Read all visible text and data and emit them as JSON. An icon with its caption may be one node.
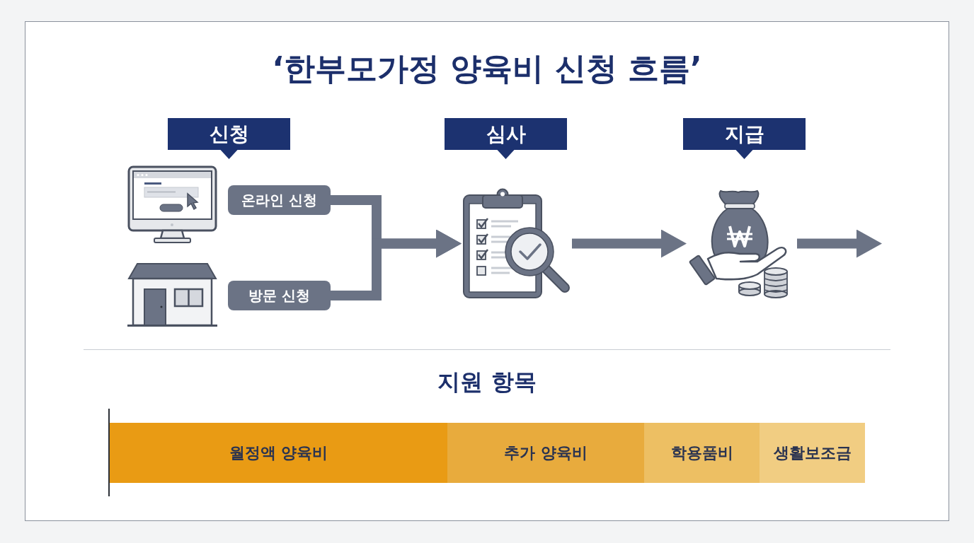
{
  "diagram": {
    "title": "‘한부모가정 양육비 신청 흐름’",
    "nodes": [
      {
        "text": [
          "신청"
        ]
      },
      {
        "text": [
          "심사"
        ]
      },
      {
        "text": [
          "지급"
        ]
      },
      {
        "text": [
          "온라인 신청"
        ]
      },
      {
        "text": [
          "방문 신청"
        ]
      },
      {
        "text": [],
        "shape": "picture"
      },
      {
        "text": [],
        "shape": "picture"
      },
      {
        "text": [
          "월정액 양육비"
        ]
      },
      {
        "text": [
          "추가 양육비"
        ]
      },
      {
        "text": [
          "학용품비"
        ]
      },
      {
        "text": [
          "생활보조금"
        ]
      }
    ],
    "edges": [
      {
        "from": 3,
        "to": 5,
        "arrow": "to"
      },
      {
        "from": 4,
        "to": 5,
        "arrow": "to"
      },
      {
        "from": 5,
        "to": 6,
        "arrow": "to"
      },
      {
        "from": 6,
        "to": null,
        "arrow": "to"
      }
    ],
    "labels": [
      "지원 항목"
    ]
  }
}
